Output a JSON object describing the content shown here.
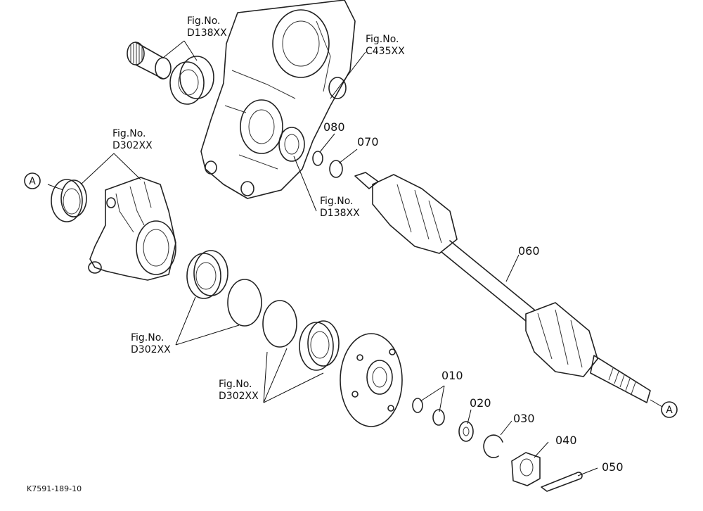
{
  "labels": {
    "fig_d138_top": {
      "l1": "Fig.No.",
      "l2": "D138XX"
    },
    "fig_c435": {
      "l1": "Fig.No.",
      "l2": "C435XX"
    },
    "fig_d302_upper": {
      "l1": "Fig.No.",
      "l2": "D302XX"
    },
    "fig_d138_mid": {
      "l1": "Fig.No.",
      "l2": "D138XX"
    },
    "fig_d302_bearing": {
      "l1": "Fig.No.",
      "l2": "D302XX"
    },
    "fig_d302_lower": {
      "l1": "Fig.No.",
      "l2": "D302XX"
    }
  },
  "parts": {
    "p080": "080",
    "p070": "070",
    "p060": "060",
    "p010": "010",
    "p020": "020",
    "p030": "030",
    "p040": "040",
    "p050": "050"
  },
  "markers": {
    "a_left": "A",
    "a_right": "A"
  },
  "footer": {
    "drawing_code": "K7591-189-10"
  }
}
